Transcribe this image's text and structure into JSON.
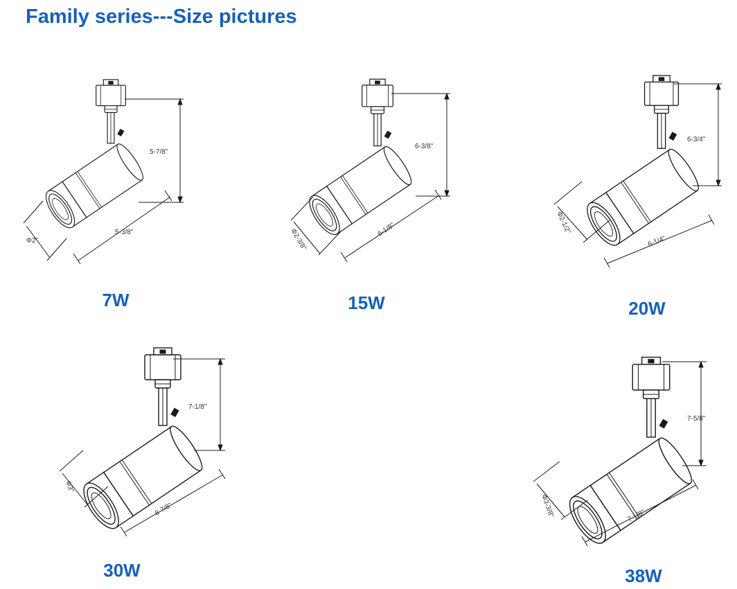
{
  "page": {
    "title": "Family series---Size pictures"
  },
  "products": [
    {
      "wattage": "7W",
      "height": "5-7/8\"",
      "length": "5-3/8\"",
      "diameter": "Φ2\""
    },
    {
      "wattage": "15W",
      "height": "6-3/8\"",
      "length": "6-1/8\"",
      "diameter": "Φ2-3/8\""
    },
    {
      "wattage": "20W",
      "height": "6-3/4\"",
      "length": "6-1/4\"",
      "diameter": "Φ2-1/2\""
    },
    {
      "wattage": "30W",
      "height": "7-1/8\"",
      "length": "6-7/8\"",
      "diameter": "Φ3\""
    },
    {
      "wattage": "38W",
      "height": "7-5/8\"",
      "length": "7-1/8\"",
      "diameter": "Φ3-3/8\""
    }
  ],
  "colors": {
    "heading": "#1560bd",
    "line": "#1a1a1a",
    "dimension_text": "#333333"
  }
}
